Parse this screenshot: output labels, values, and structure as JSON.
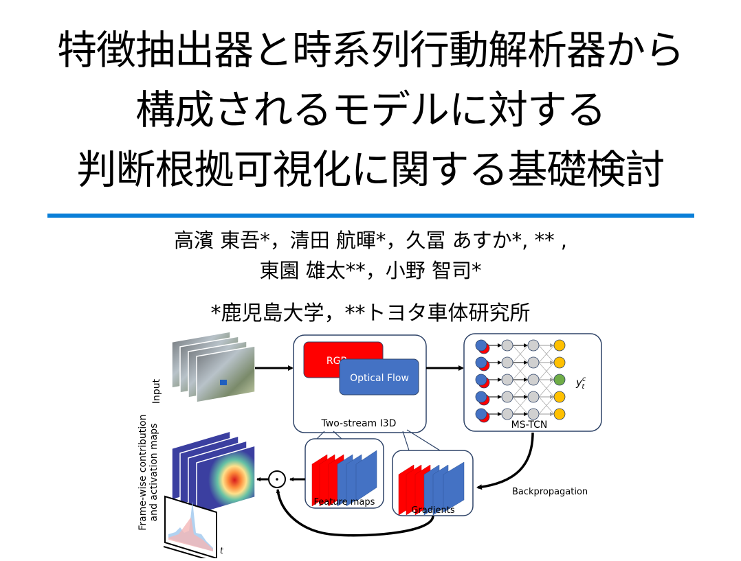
{
  "slide": {
    "title_lines": [
      "特徴抽出器と時系列行動解析器から",
      "構成されるモデルに対する",
      "判断根拠可視化に関する基礎検討"
    ],
    "authors_line1": "高濱 東吾*，清田 航暉*，久冨 あすか*, ** ,",
    "authors_line2": "東園 雄太**，小野 智司*",
    "affiliations": "*鹿児島大学，**トヨタ車体研究所",
    "accent_color": "#0a7fd8"
  },
  "figure": {
    "input_label": "Input",
    "output_label_line1": "Frame-wise contribution",
    "output_label_line2": "and activation maps",
    "time_axis_label": "t",
    "i3d_box": {
      "rgb_label": "RGB",
      "flow_label": "Optical Flow",
      "caption": "Two-stream I3D",
      "rgb_color": "#ff0000",
      "flow_color": "#4472c4"
    },
    "tcn_box": {
      "caption": "MS-TCN",
      "output_symbol": "y",
      "output_sup": "c",
      "output_sub": "t",
      "node_colors": {
        "input": "#4472c4",
        "hidden": "#d0d0d0",
        "output": "#ffc000",
        "selected": "#70ad47"
      }
    },
    "feature_maps_label": "Feature maps",
    "gradients_label": "Gradients",
    "backprop_label": "Backpropagation",
    "product_symbol": "⊙"
  }
}
